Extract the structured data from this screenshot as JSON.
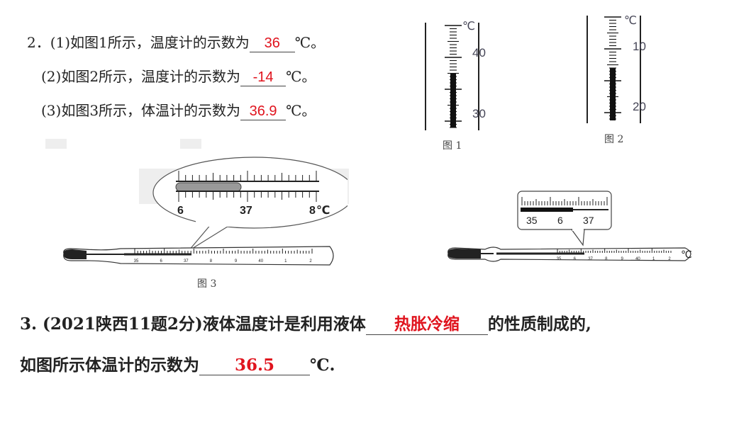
{
  "q2": {
    "line1_prefix": "2．(1)如图1所示，温度计的示数为",
    "line1_answer": "36",
    "line1_unit": "℃。",
    "line2_prefix": "(2)如图2所示，温度计的示数为",
    "line2_answer": "-14",
    "line2_unit": "℃。",
    "line3_prefix": "(3)如图3所示，体温计的示数为",
    "line3_answer": "36.9",
    "line3_unit": "℃。"
  },
  "fig1": {
    "unit": "℃",
    "top_label": "40",
    "bottom_label": "30",
    "caption": "图 1"
  },
  "fig2": {
    "unit": "℃",
    "top_label": "10",
    "bottom_label": "20",
    "caption": "图 2"
  },
  "fig3": {
    "caption": "图 3",
    "zoom_labels": [
      "6",
      "37",
      "8",
      "℃"
    ],
    "scale_labels": [
      "35",
      "6",
      "37",
      "8",
      "9",
      "40",
      "1",
      "2"
    ]
  },
  "fig4": {
    "zoom_labels": [
      "35",
      "6",
      "37"
    ],
    "scale_labels": [
      "35",
      "6",
      "37",
      "8",
      "9",
      "40",
      "1",
      "2"
    ],
    "unit": "℃"
  },
  "q3": {
    "line1_prefix": "3. (2021陕西11题2分)液体温度计是利用液体",
    "line1_answer": "热胀冷缩",
    "line1_suffix": "的性质制成的,",
    "line2_prefix": "如图所示体温计的示数为",
    "line2_answer": "36.5",
    "line2_unit": "℃."
  }
}
